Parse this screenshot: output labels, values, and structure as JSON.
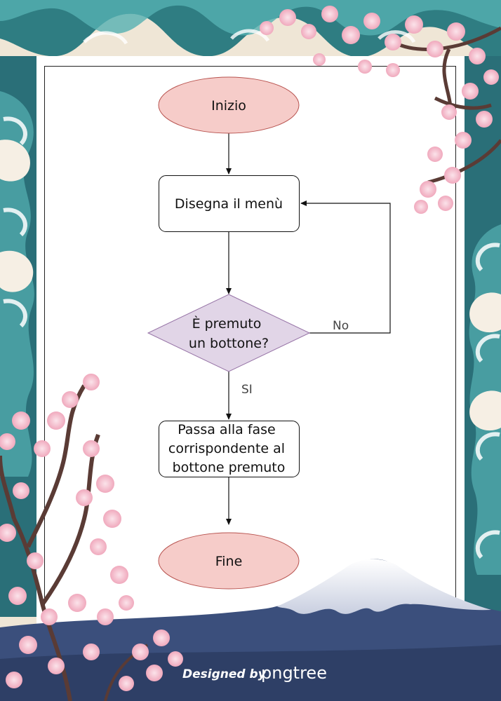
{
  "flowchart": {
    "start": "Inizio",
    "draw_menu": "Disegna il menù",
    "decision": [
      "È premuto",
      "un bottone?"
    ],
    "action": [
      "Passa alla fase",
      "corrispondente al",
      "bottone premuto"
    ],
    "end": "Fine",
    "edge_no": "No",
    "edge_yes": "SI"
  },
  "watermark": {
    "prefix": "Designed by",
    "brand": "pngtree"
  },
  "colors": {
    "terminal_fill": "#f6ccc9",
    "terminal_stroke": "#b85450",
    "decision_fill": "#e1d5e7",
    "decision_stroke": "#9673a6",
    "wave_dark": "#2f7d82",
    "wave_mid": "#55b0b2",
    "mountain": "#3b4f7c",
    "blossom": "#f4c2cf"
  }
}
